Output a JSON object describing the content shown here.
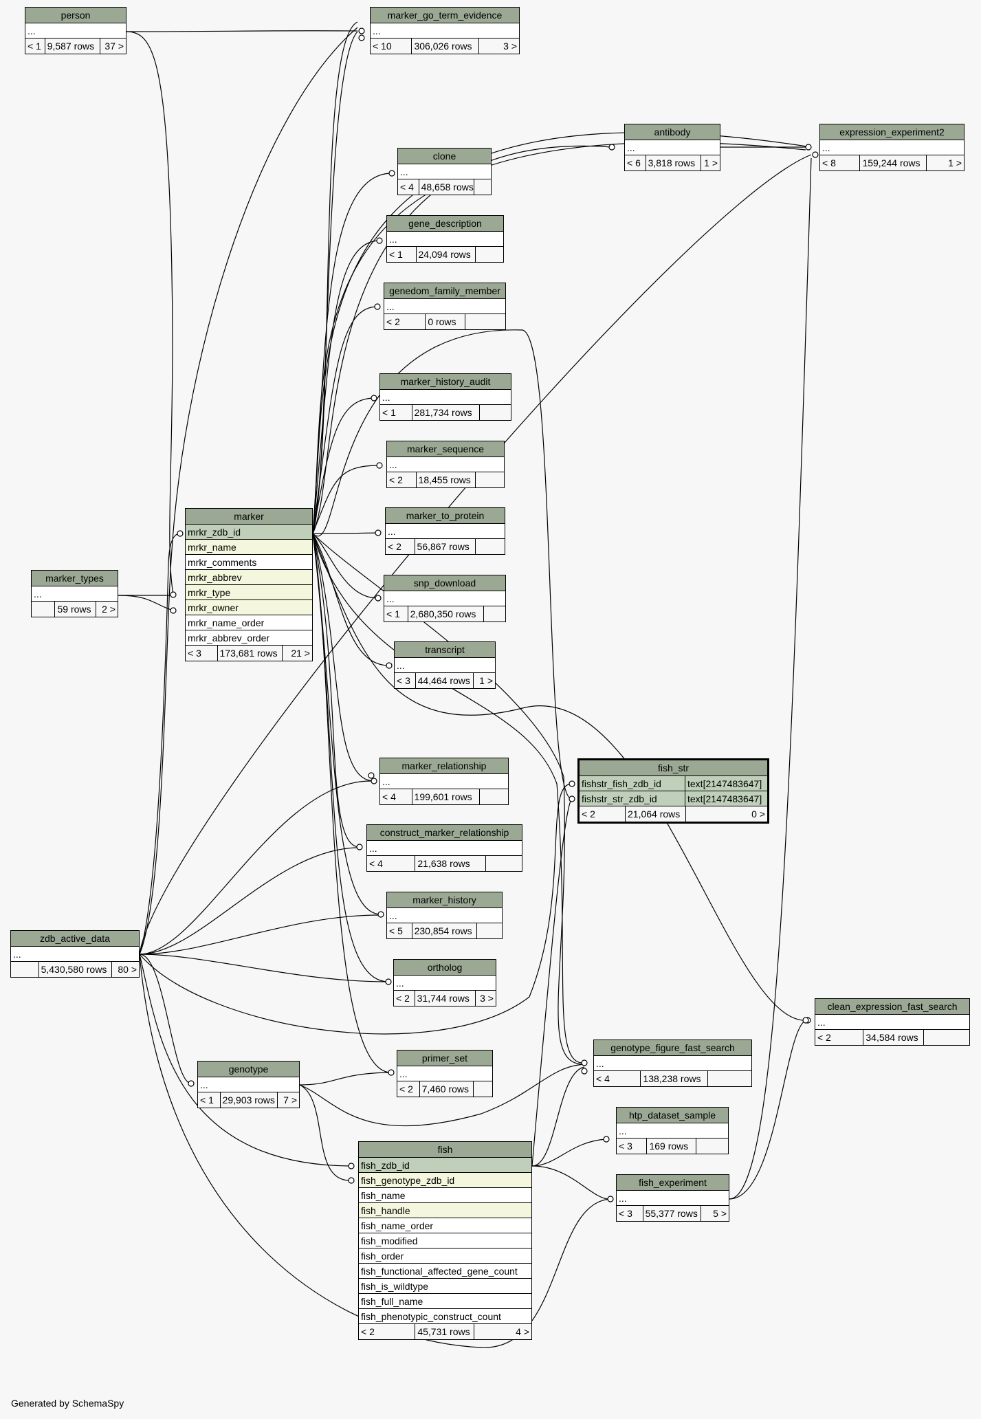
{
  "credit": "Generated by SchemaSpy",
  "tables": [
    {
      "id": "person",
      "name": "person",
      "rows": [
        "..."
      ],
      "parents": "< 1",
      "count": "9,587 rows",
      "children": "37 >"
    },
    {
      "id": "marker_go_term_evidence",
      "name": "marker_go_term_evidence",
      "rows": [
        "..."
      ],
      "parents": "< 10",
      "count": "306,026 rows",
      "children": "3 >"
    },
    {
      "id": "antibody",
      "name": "antibody",
      "rows": [
        "..."
      ],
      "parents": "< 6",
      "count": "3,818 rows",
      "children": "1 >"
    },
    {
      "id": "expression_experiment2",
      "name": "expression_experiment2",
      "rows": [
        "..."
      ],
      "parents": "< 8",
      "count": "159,244 rows",
      "children": "1 >"
    },
    {
      "id": "clone",
      "name": "clone",
      "rows": [
        "..."
      ],
      "parents": "< 4",
      "count": "48,658 rows",
      "children": ""
    },
    {
      "id": "gene_description",
      "name": "gene_description",
      "rows": [
        "..."
      ],
      "parents": "< 1",
      "count": "24,094 rows",
      "children": ""
    },
    {
      "id": "genedom_family_member",
      "name": "genedom_family_member",
      "rows": [
        "..."
      ],
      "parents": "< 2",
      "count": "0 rows",
      "children": ""
    },
    {
      "id": "marker_history_audit",
      "name": "marker_history_audit",
      "rows": [
        "..."
      ],
      "parents": "< 1",
      "count": "281,734 rows",
      "children": ""
    },
    {
      "id": "marker_sequence",
      "name": "marker_sequence",
      "rows": [
        "..."
      ],
      "parents": "< 2",
      "count": "18,455 rows",
      "children": ""
    },
    {
      "id": "marker_to_protein",
      "name": "marker_to_protein",
      "rows": [
        "..."
      ],
      "parents": "< 2",
      "count": "56,867 rows",
      "children": ""
    },
    {
      "id": "snp_download",
      "name": "snp_download",
      "rows": [
        "..."
      ],
      "parents": "< 1",
      "count": "2,680,350 rows",
      "children": ""
    },
    {
      "id": "transcript",
      "name": "transcript",
      "rows": [
        "..."
      ],
      "parents": "< 3",
      "count": "44,464 rows",
      "children": "1 >"
    },
    {
      "id": "marker",
      "name": "marker",
      "rows": [
        "mrkr_zdb_id",
        "mrkr_name",
        "mrkr_comments",
        "mrkr_abbrev",
        "mrkr_type",
        "mrkr_owner",
        "mrkr_name_order",
        "mrkr_abbrev_order"
      ],
      "parents": "< 3",
      "count": "173,681 rows",
      "children": "21 >"
    },
    {
      "id": "marker_types",
      "name": "marker_types",
      "rows": [
        "..."
      ],
      "parents": "",
      "count": "59 rows",
      "children": "2 >"
    },
    {
      "id": "fish_str",
      "name": "fish_str",
      "rows": [
        "fishstr_fish_zdb_id",
        "fishstr_str_zdb_id"
      ],
      "types": [
        "text[2147483647]",
        "text[2147483647]"
      ],
      "parents": "< 2",
      "count": "21,064 rows",
      "children": "0 >"
    },
    {
      "id": "marker_relationship",
      "name": "marker_relationship",
      "rows": [
        "..."
      ],
      "parents": "< 4",
      "count": "199,601 rows",
      "children": ""
    },
    {
      "id": "construct_marker_relationship",
      "name": "construct_marker_relationship",
      "rows": [
        "..."
      ],
      "parents": "< 4",
      "count": "21,638 rows",
      "children": ""
    },
    {
      "id": "marker_history",
      "name": "marker_history",
      "rows": [
        "..."
      ],
      "parents": "< 5",
      "count": "230,854 rows",
      "children": ""
    },
    {
      "id": "ortholog",
      "name": "ortholog",
      "rows": [
        "..."
      ],
      "parents": "< 2",
      "count": "31,744 rows",
      "children": "3 >"
    },
    {
      "id": "zdb_active_data",
      "name": "zdb_active_data",
      "rows": [
        "..."
      ],
      "parents": "",
      "count": "5,430,580 rows",
      "children": "80 >"
    },
    {
      "id": "clean_expression_fast_search",
      "name": "clean_expression_fast_search",
      "rows": [
        "..."
      ],
      "parents": "< 2",
      "count": "34,584 rows",
      "children": ""
    },
    {
      "id": "genotype_figure_fast_search",
      "name": "genotype_figure_fast_search",
      "rows": [
        "..."
      ],
      "parents": "< 4",
      "count": "138,238 rows",
      "children": ""
    },
    {
      "id": "primer_set",
      "name": "primer_set",
      "rows": [
        "..."
      ],
      "parents": "< 2",
      "count": "7,460 rows",
      "children": ""
    },
    {
      "id": "genotype",
      "name": "genotype",
      "rows": [
        "..."
      ],
      "parents": "< 1",
      "count": "29,903 rows",
      "children": "7 >"
    },
    {
      "id": "htp_dataset_sample",
      "name": "htp_dataset_sample",
      "rows": [
        "..."
      ],
      "parents": "< 3",
      "count": "169 rows",
      "children": ""
    },
    {
      "id": "fish",
      "name": "fish",
      "rows": [
        "fish_zdb_id",
        "fish_genotype_zdb_id",
        "fish_name",
        "fish_handle",
        "fish_name_order",
        "fish_modified",
        "fish_order",
        "fish_functional_affected_gene_count",
        "fish_is_wildtype",
        "fish_full_name",
        "fish_phenotypic_construct_count"
      ],
      "parents": "< 2",
      "count": "45,731 rows",
      "children": "4 >"
    },
    {
      "id": "fish_experiment",
      "name": "fish_experiment",
      "rows": [
        "..."
      ],
      "parents": "< 3",
      "count": "55,377 rows",
      "children": "5 >"
    }
  ]
}
